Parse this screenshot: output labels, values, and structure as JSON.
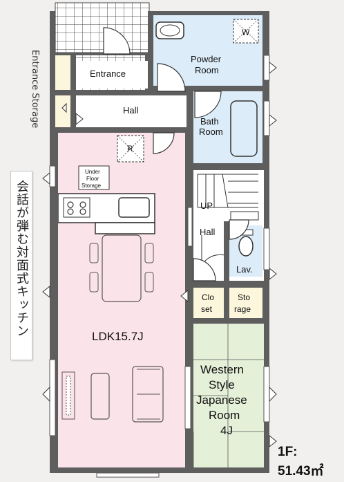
{
  "rooms": {
    "entrance": "Entrance",
    "entrance_storage": "Entrance Storage",
    "powder_room": [
      "Powder",
      "Room"
    ],
    "washer": "W",
    "hall_upper": "Hall",
    "bath_room": [
      "Bath",
      "Room"
    ],
    "refrigerator": "R",
    "under_floor_storage": [
      "Under",
      "Floor",
      "Storage"
    ],
    "up": "UP",
    "hall_stair": "Hall",
    "lavatory": "Lav.",
    "closet": [
      "Clo",
      "set"
    ],
    "storage": [
      "Sto",
      "rage"
    ],
    "ldk": "LDK15.7J",
    "japanese_room": [
      "Western",
      "Style",
      "Japanese",
      "Room",
      "4J"
    ]
  },
  "callout": "会話が弾む対面式キッチン",
  "floor": {
    "label": "1F:",
    "area": "51.43㎡"
  },
  "colors": {
    "ldk_fill": "#fbe3ea",
    "wet_fill": "#dcecf8",
    "closet_fill": "#fbf6dc",
    "tatami_fill": "#e4f0d8",
    "wall": "#5e5e5e",
    "background": "#f2f0ef"
  }
}
